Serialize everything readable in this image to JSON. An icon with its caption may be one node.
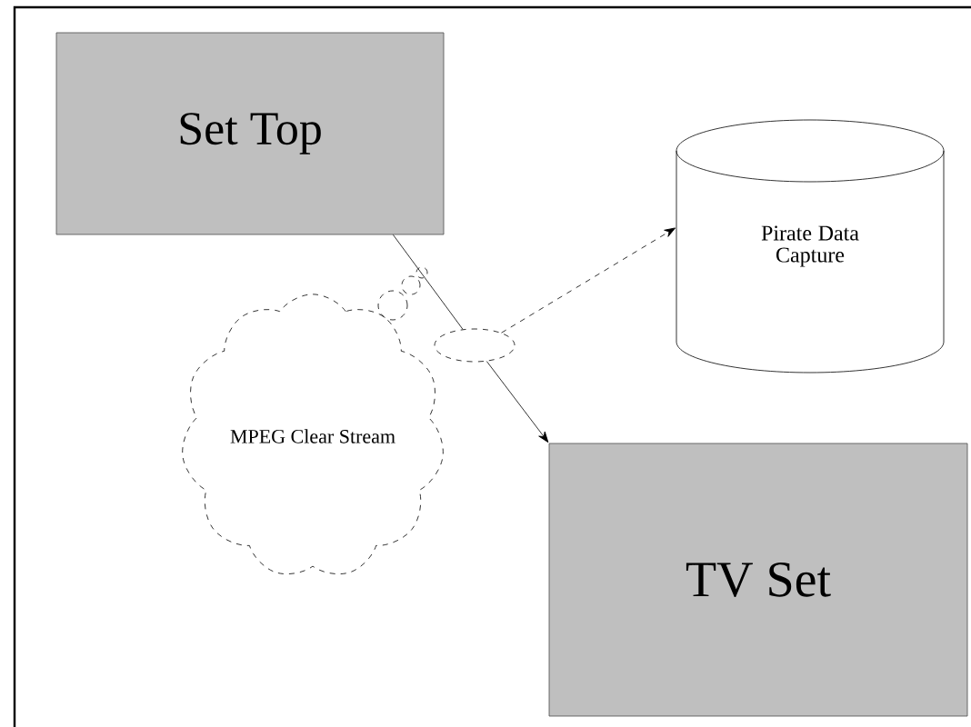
{
  "diagram": {
    "nodes": [
      {
        "text": [
          "Set Top"
        ]
      },
      {
        "text": [
          "Pirate Data Capture"
        ]
      },
      {
        "text": [
          "MPEG Clear Stream"
        ]
      },
      {
        "text": [],
        "shape": "ellipse"
      },
      {
        "text": [
          "TV Set"
        ]
      }
    ],
    "edges": [
      {
        "from": 0,
        "to": 3,
        "arrow": "none"
      },
      {
        "from": 3,
        "to": 4,
        "arrow": "to"
      },
      {
        "from": 3,
        "to": 1,
        "arrow": "to",
        "style": "dashed"
      }
    ]
  }
}
